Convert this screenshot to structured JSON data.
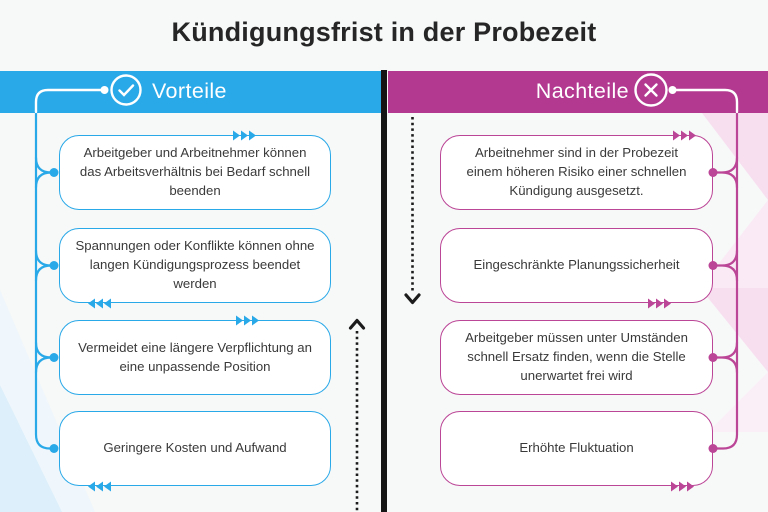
{
  "title": "Kündigungsfrist in der Probezeit",
  "columns": {
    "left": {
      "label": "Vorteile",
      "icon": "check-circle",
      "items": [
        {
          "text": "Arbeitgeber und Arbeitnehmer können das Arbeitsverhältnis bei Bedarf schnell beenden"
        },
        {
          "text": "Spannungen oder Konflikte können ohne langen Kündigungsprozess beendet werden"
        },
        {
          "text": "Vermeidet eine längere Verpflichtung an eine unpassende Position"
        },
        {
          "text": "Geringere Kosten und Aufwand"
        }
      ]
    },
    "right": {
      "label": "Nachteile",
      "icon": "x-circle",
      "items": [
        {
          "text": "Arbeitnehmer sind in der Probezeit einem höheren Risiko einer schnellen Kündigung ausgesetzt."
        },
        {
          "text": "Eingeschränkte Planungssicherheit"
        },
        {
          "text": "Arbeitgeber müssen unter Umständen schnell Ersatz finden, wenn die Stelle unerwartet frei wird"
        },
        {
          "text": "Erhöhte Fluktuation"
        }
      ]
    }
  },
  "colors": {
    "blue": "#2AA9E8",
    "magenta": "#B23890",
    "magenta-line": "#BB4596",
    "text": "#3A3A3A",
    "title": "#262626",
    "bg": "#F7F8F8",
    "divider": "#151515",
    "dotted": "#1C1C1C"
  }
}
